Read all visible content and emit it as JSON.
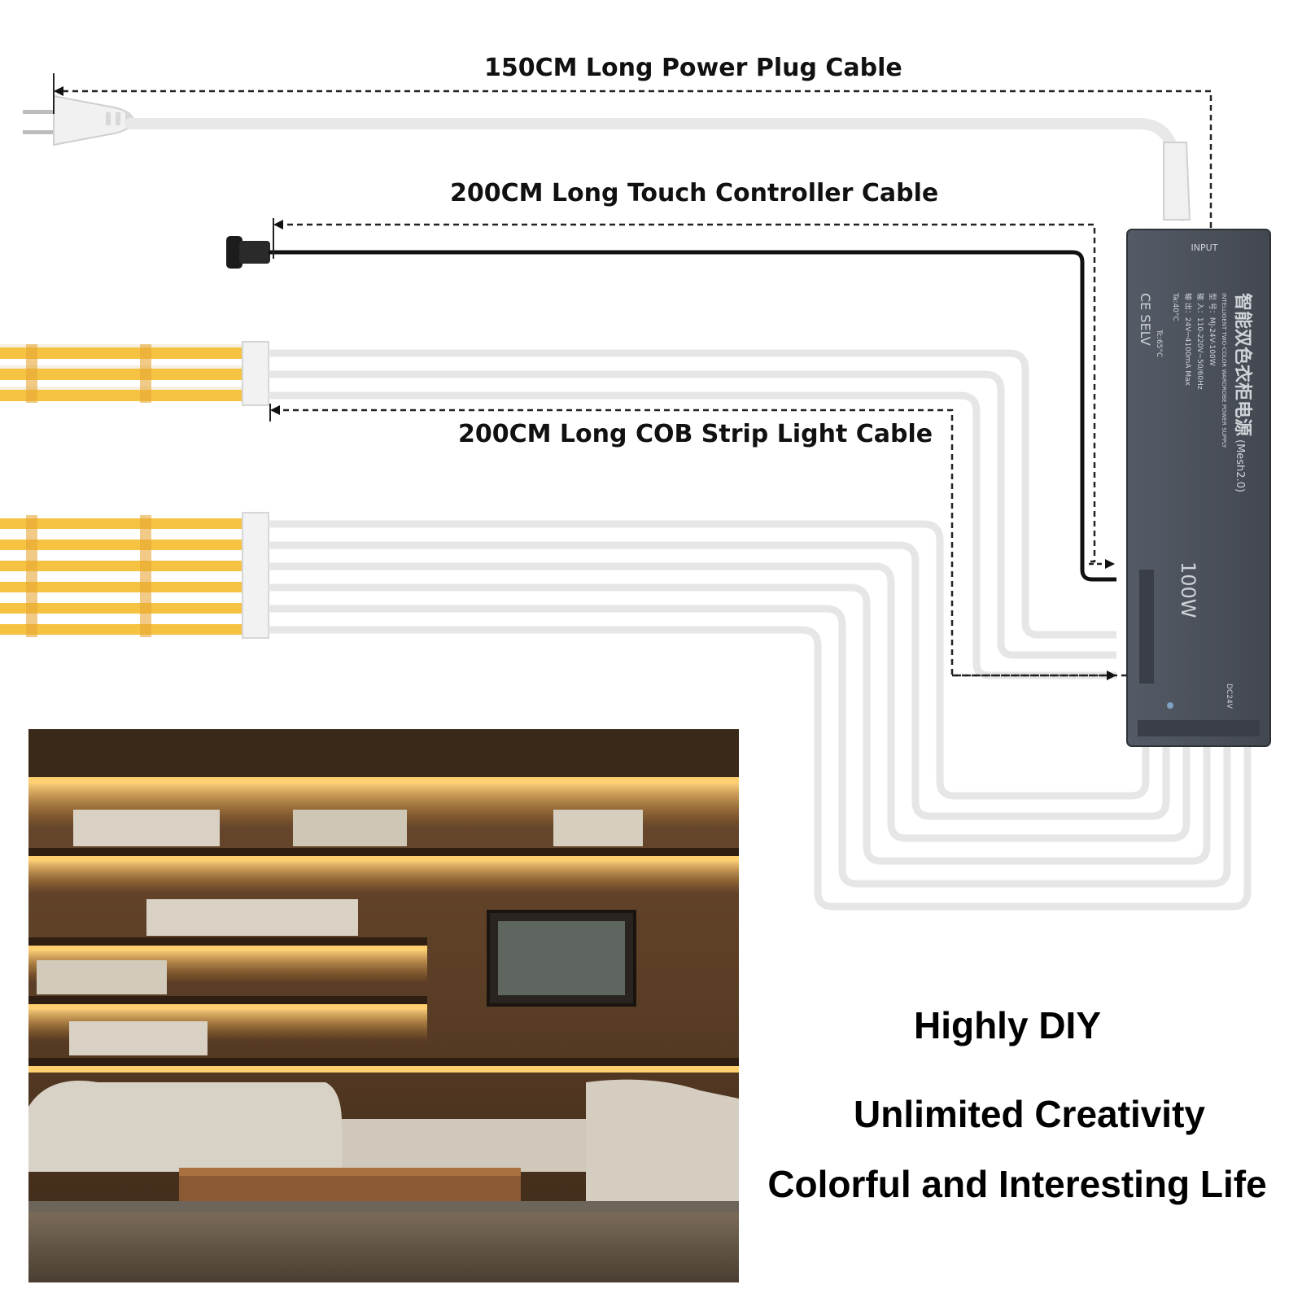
{
  "labels": {
    "power_cable": "150CM Long  Power Plug Cable",
    "touch_cable": "200CM Long Touch Controller Cable",
    "strip_cable": "200CM Long COB Strip Light Cable"
  },
  "power_supply": {
    "input_label": "INPUT",
    "title_cn": "智能双色衣柜电源",
    "model_suffix": "(Mesh2.0)",
    "subtitle": "INTELLIGENT TWO-COLOR WARDROBE POWER SUPPLY",
    "model": "型 号：MJ-24V-100W",
    "input_spec": "输 入：110-220V~50/60Hz",
    "output_spec": "输 出：24V⎓4100mA Max",
    "ta": "Ta:40°C",
    "tc": "Tc:65°C",
    "cert": "CE SELV",
    "wattage": "100W",
    "dc_label": "DC24V"
  },
  "taglines": {
    "line1": "Highly DIY",
    "line2": "Unlimited Creativity",
    "line3": "Colorful and Interesting Life"
  },
  "colors": {
    "strip_warm": "#f5c242",
    "cable_white": "#e6e6e6",
    "psu_body": "#4a4f58",
    "dashed_line": "#222222"
  }
}
